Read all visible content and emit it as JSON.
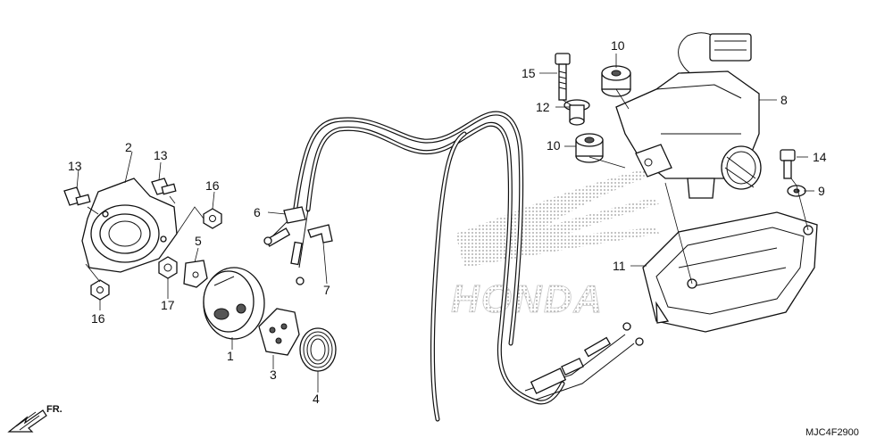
{
  "diagram": {
    "code": "MJC4F2900",
    "direction_label": "FR.",
    "watermark_text": "HONDA",
    "callouts": [
      {
        "id": "1",
        "label": "1"
      },
      {
        "id": "2",
        "label": "2"
      },
      {
        "id": "3",
        "label": "3"
      },
      {
        "id": "4",
        "label": "4"
      },
      {
        "id": "5",
        "label": "5"
      },
      {
        "id": "6",
        "label": "6"
      },
      {
        "id": "7",
        "label": "7"
      },
      {
        "id": "8",
        "label": "8"
      },
      {
        "id": "9",
        "label": "9"
      },
      {
        "id": "10a",
        "label": "10"
      },
      {
        "id": "10b",
        "label": "10"
      },
      {
        "id": "11",
        "label": "11"
      },
      {
        "id": "12",
        "label": "12"
      },
      {
        "id": "13a",
        "label": "13"
      },
      {
        "id": "13b",
        "label": "13"
      },
      {
        "id": "14",
        "label": "14"
      },
      {
        "id": "15",
        "label": "15"
      },
      {
        "id": "16a",
        "label": "16"
      },
      {
        "id": "16b",
        "label": "16"
      },
      {
        "id": "17",
        "label": "17"
      }
    ],
    "colors": {
      "ink": "#111111",
      "watermark": "#b0b0b0",
      "background": "#ffffff"
    }
  }
}
